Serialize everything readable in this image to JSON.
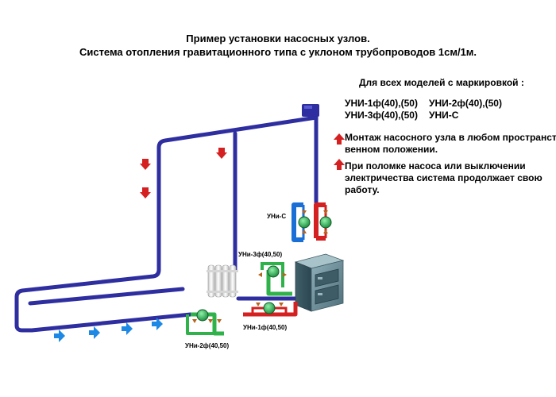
{
  "title": {
    "line1": "Пример установки насосных узлов.",
    "line2": "Система отопления гравитационного типа с уклоном трубопроводов 1см/1м."
  },
  "info": {
    "models_heading": "Для всех моделей с маркировкой :",
    "models_row1_a": "УНИ-1ф(40),(50)",
    "models_row1_b": "УНИ-2ф(40),(50)",
    "models_row2_a": "УНИ-3ф(40),(50)",
    "models_row2_b": "УНИ-С",
    "note1_line1": "Монтаж насосного узла в любом пространст-",
    "note1_line2": "венном положении.",
    "note2_line1": "При поломке насоса или выключении",
    "note2_line2": "электричества система продолжает свою",
    "note2_line3": "работу."
  },
  "labels": {
    "uni_c": "УНи-С",
    "uni_3f": "УНи-3ф(40,50)",
    "uni_1f": "УНи-1ф(40,50)",
    "uni_2f": "УНи-2ф(40,50)"
  },
  "colors": {
    "pipe": "#2e2ea0",
    "supply": "#d42020",
    "return": "#1a6fd6",
    "bypass": "#2fb24a",
    "arrow_red": "#d42020",
    "arrow_blue": "#1e88e5",
    "boiler": "#5f8590"
  }
}
